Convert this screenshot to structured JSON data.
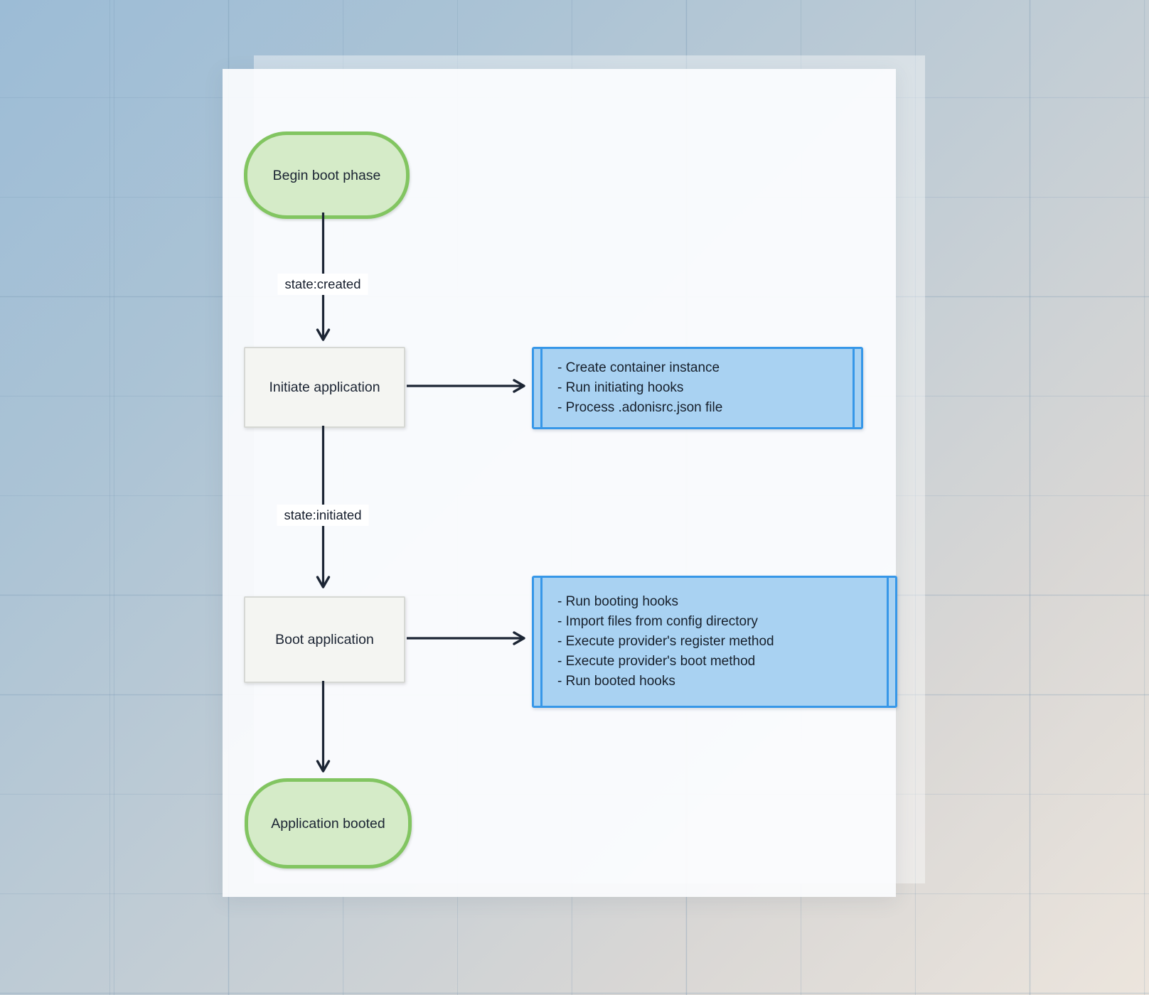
{
  "diagram": {
    "nodes": {
      "begin": {
        "label": "Begin boot phase",
        "shape": "stadium"
      },
      "initiate": {
        "label": "Initiate application",
        "shape": "rect"
      },
      "boot": {
        "label": "Boot application",
        "shape": "rect"
      },
      "booted": {
        "label": "Application booted",
        "shape": "stadium"
      }
    },
    "edges": {
      "created": {
        "label": "state:created"
      },
      "initiated": {
        "label": "state:initiated"
      }
    },
    "tasks": {
      "initiate_steps": {
        "items": [
          "- Create container instance",
          "- Run initiating hooks",
          "- Process .adonisrc.json file"
        ]
      },
      "boot_steps": {
        "items": [
          "- Run booting hooks",
          "- Import files from config directory",
          "- Execute provider's register method",
          "- Execute provider's boot method",
          "- Run booted hooks"
        ]
      }
    },
    "colors": {
      "stadium_fill": "#d5ebc8",
      "stadium_border": "#82c561",
      "process_fill": "#f4f5f2",
      "process_border": "#d6d8d4",
      "task_fill": "#a9d2f2",
      "task_border": "#3797e8",
      "arrow": "#1c2534",
      "text": "#1b2433",
      "background_top_left": "#9cbcd6",
      "background_bottom_right": "#ece5dd"
    }
  }
}
